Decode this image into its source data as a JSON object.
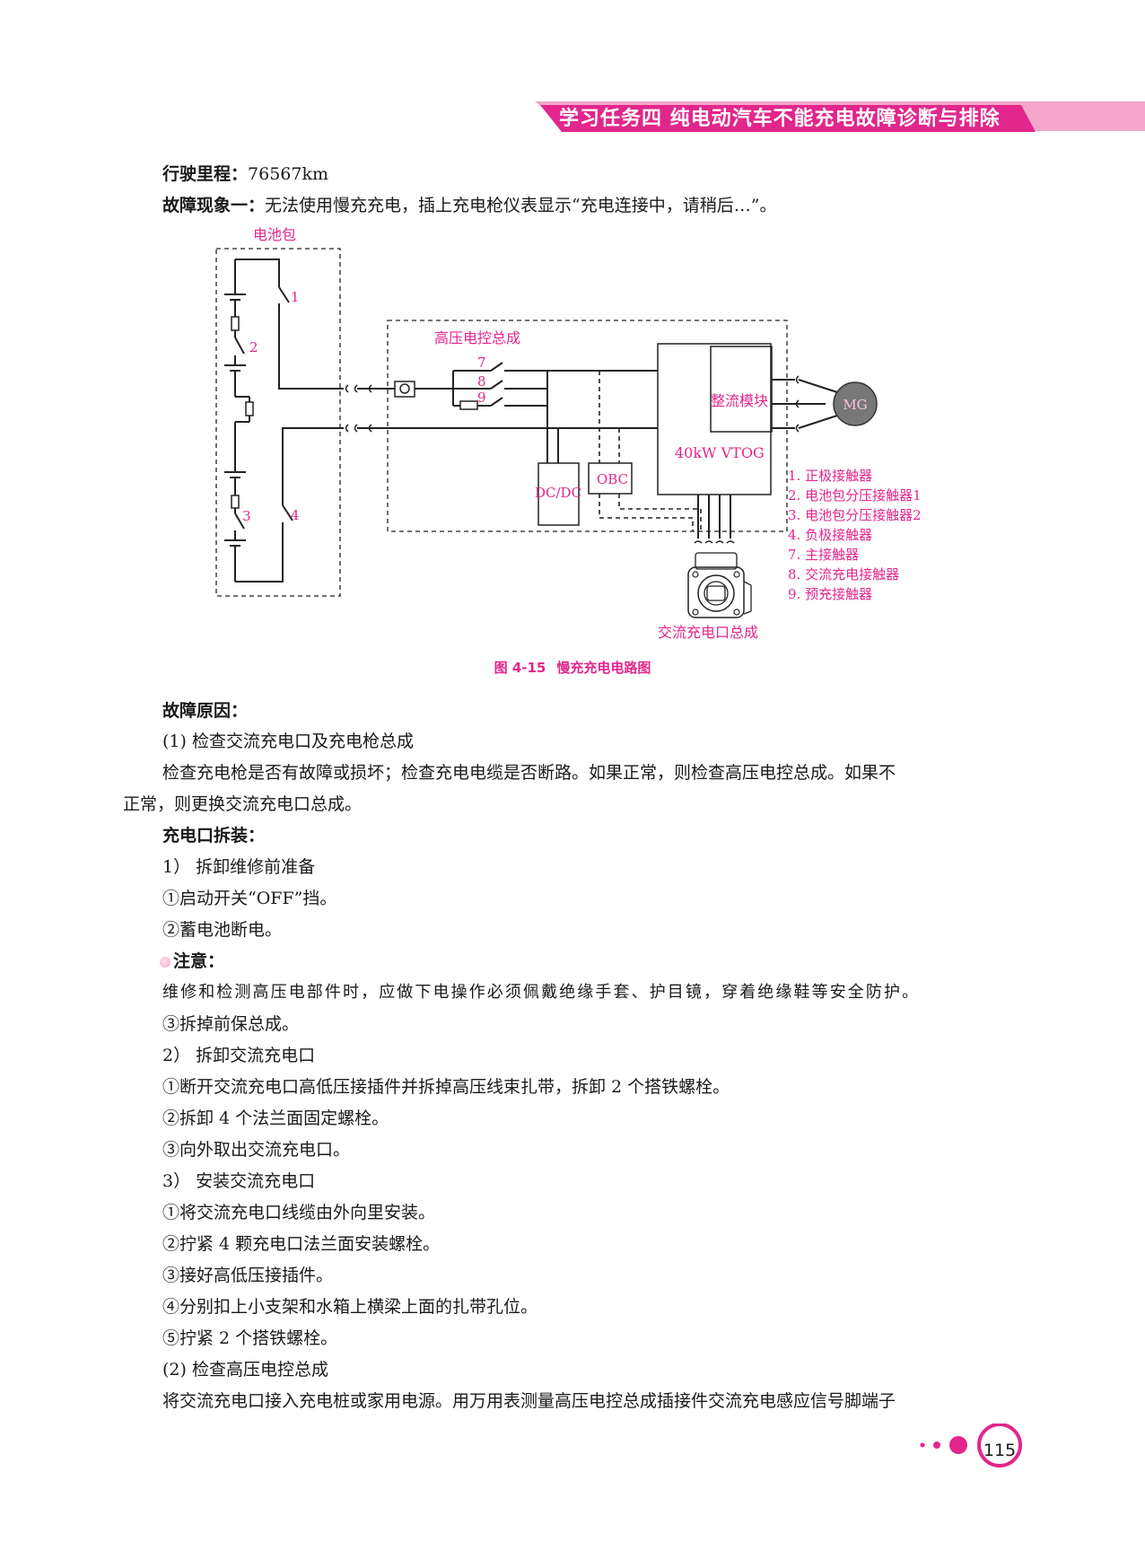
{
  "header": {
    "title": "学习任务四    纯电动汽车不能充电故障诊断与排除"
  },
  "mileage": {
    "label": "行驶里程：",
    "value": "76567km"
  },
  "fault1": {
    "label": "故障现象一：",
    "text": "无法使用慢充充电，插上充电枪仪表显示“充电连接中，请稍后…”。"
  },
  "diagram": {
    "battery_pack": "电池包",
    "hv_control": "高压电控总成",
    "rectifier": "整流模块",
    "motor": "MG",
    "vtog": "40kW   VTOG",
    "dcdc": "DC/DC",
    "obc": "OBC",
    "ac_port": "交流充电口总成",
    "nums": {
      "n1": "1",
      "n2": "2",
      "n3": "3",
      "n4": "4",
      "n7": "7",
      "n8": "8",
      "n9": "9"
    },
    "legend": [
      "1. 正极接触器",
      "2. 电池包分压接触器1",
      "3. 电池包分压接触器2",
      "4. 负极接触器",
      "7. 主接触器",
      "8. 交流充电接触器",
      "9. 预充接触器"
    ]
  },
  "caption": {
    "number": "图 4-15",
    "title": "慢充充电电路图"
  },
  "body": {
    "cause_label": "故障原因：",
    "step1": "(1) 检查交流充电口及充电枪总成",
    "check1a": "检查充电枪是否有故障或损坏；检查充电电缆是否断路。如果正常，则检查高压电控总成。如果不",
    "check1b": "正常，则更换交流充电口总成。",
    "disassembly_label": "充电口拆装：",
    "s1": "1） 拆卸维修前准备",
    "s1a": "①启动开关“OFF”挡。",
    "s1b": "②蓄电池断电。",
    "note_label": "注意：",
    "note_text": "维修和检测高压电部件时，应做下电操作必须佩戴绝缘手套、护目镜，穿着绝缘鞋等安全防护。",
    "s1c": "③拆掉前保总成。",
    "s2": "2） 拆卸交流充电口",
    "s2a": "①断开交流充电口高低压接插件并拆掉高压线束扎带，拆卸 2 个搭铁螺栓。",
    "s2b": "②拆卸 4 个法兰面固定螺栓。",
    "s2c": "③向外取出交流充电口。",
    "s3": "3） 安装交流充电口",
    "s3a": "①将交流充电口线缆由外向里安装。",
    "s3b": "②拧紧 4 颗充电口法兰面安装螺栓。",
    "s3c": "③接好高低压接插件。",
    "s3d": "④分别扣上小支架和水箱上横梁上面的扎带孔位。",
    "s3e": "⑤拧紧 2 个搭铁螺栓。",
    "step2": "(2) 检查高压电控总成",
    "last": "将交流充电口接入充电桩或家用电源。用万用表测量高压电控总成插接件交流充电感应信号脚端子"
  },
  "page": {
    "number": "115"
  },
  "colors": {
    "accent": "#e2268c",
    "band": "#f06aa8"
  }
}
